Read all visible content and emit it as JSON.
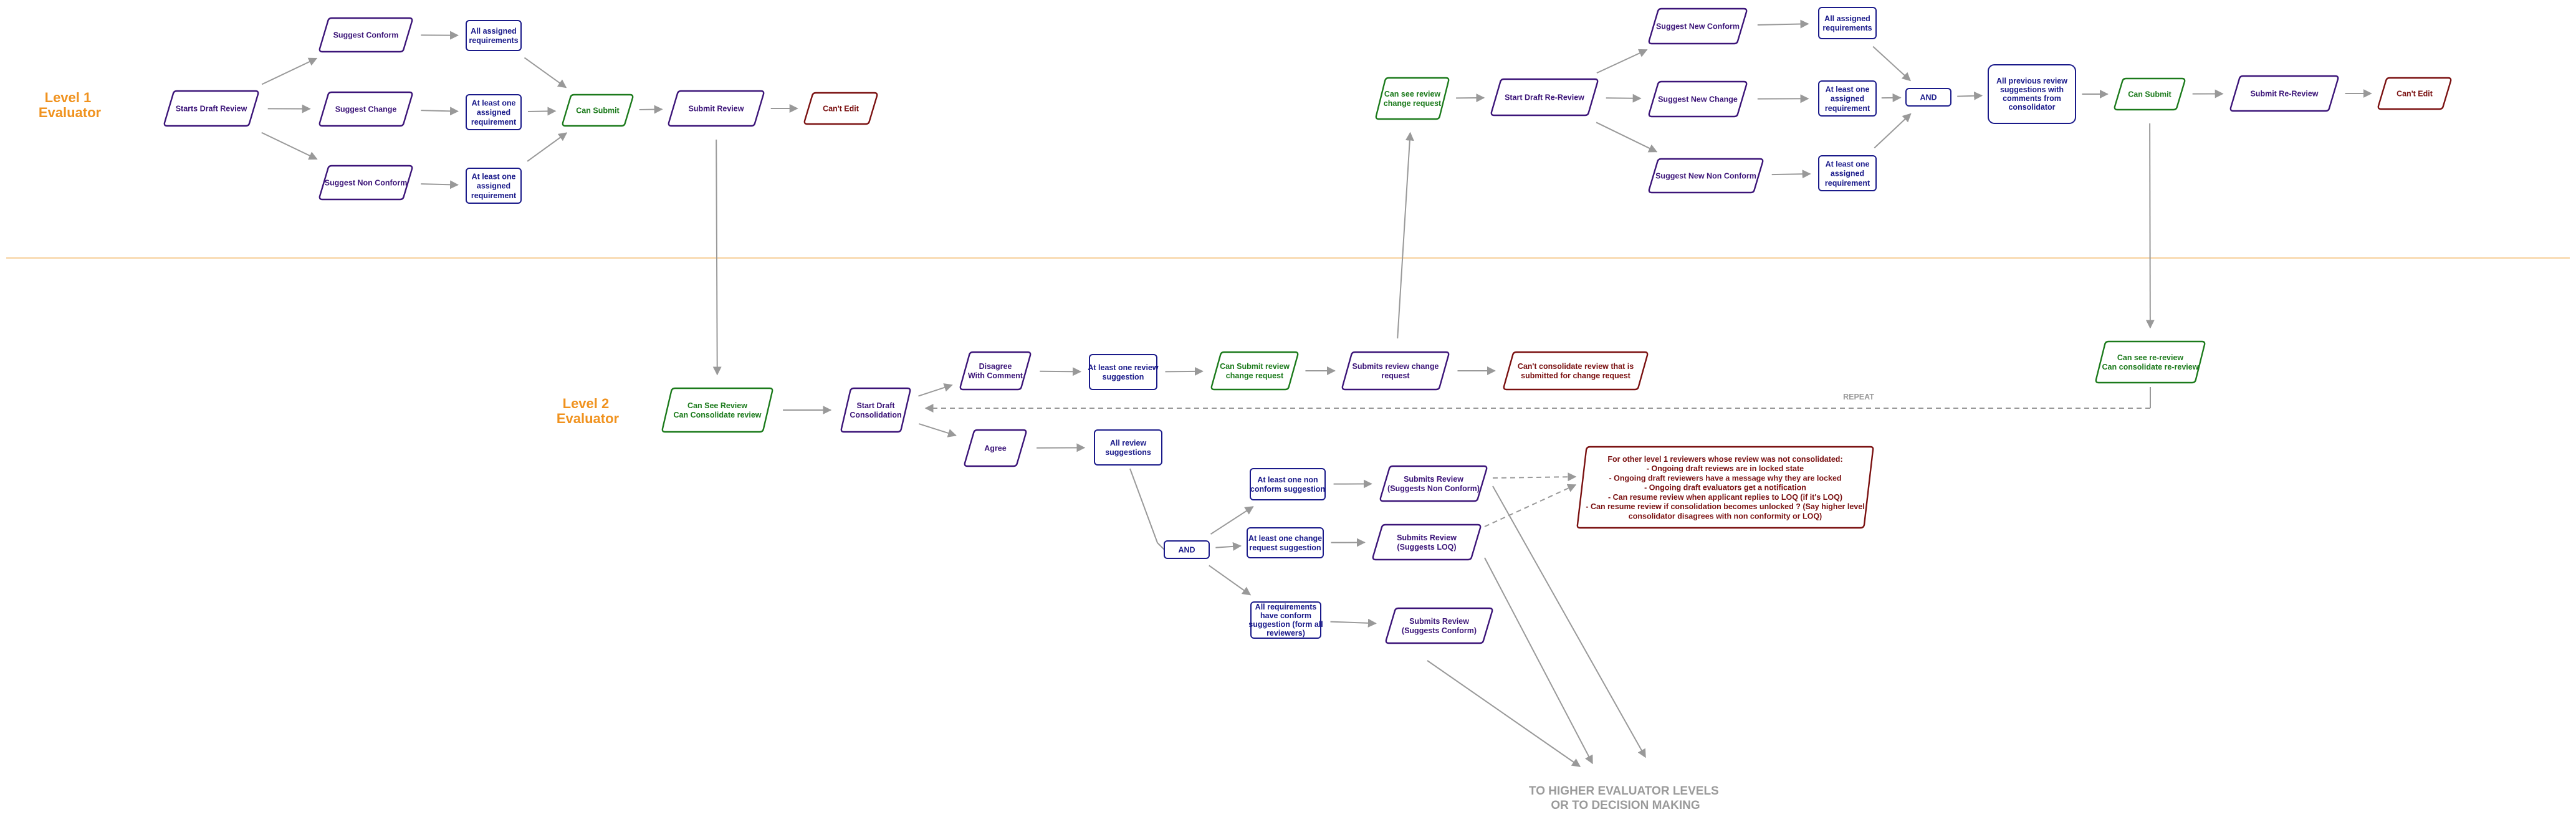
{
  "colors": {
    "level_label": "#f0921e",
    "purple": "#3b1478",
    "navy": "#1a1a8a",
    "green": "#1b7a1b",
    "dark_red": "#7a1010",
    "arrow": "#999999",
    "divider": "#f3c07a",
    "footer": "#9a9a9a"
  },
  "levels": {
    "level1": [
      "Level 1",
      "Evaluator"
    ],
    "level2": [
      "Level 2",
      "Evaluator"
    ]
  },
  "nodes": {
    "starts_draft_review": {
      "style": "para",
      "color": "purple",
      "lines": [
        "Starts Draft Review"
      ]
    },
    "suggest_conform": {
      "style": "para",
      "color": "purple",
      "lines": [
        "Suggest Conform"
      ]
    },
    "suggest_change": {
      "style": "para",
      "color": "purple",
      "lines": [
        "Suggest Change"
      ]
    },
    "suggest_non_conform": {
      "style": "para",
      "color": "purple",
      "lines": [
        "Suggest Non Conform"
      ]
    },
    "all_assigned_req_1": {
      "style": "rect",
      "color": "navy",
      "lines": [
        "All assigned",
        "requirements"
      ]
    },
    "at_least_one_assigned_1": {
      "style": "rect",
      "color": "navy",
      "lines": [
        "At least one",
        "assigned",
        "requirement"
      ]
    },
    "at_least_one_assigned_2": {
      "style": "rect",
      "color": "navy",
      "lines": [
        "At least one",
        "assigned",
        "requirement"
      ]
    },
    "can_submit_1": {
      "style": "para",
      "color": "green",
      "lines": [
        "Can Submit"
      ]
    },
    "submit_review": {
      "style": "para",
      "color": "purple",
      "lines": [
        "Submit Review"
      ]
    },
    "cant_edit_1": {
      "style": "para",
      "color": "dark_red",
      "lines": [
        "Can't Edit"
      ]
    },
    "can_see_review_change": {
      "style": "para",
      "color": "green",
      "lines": [
        "Can see review",
        "change request"
      ]
    },
    "start_draft_rereview": {
      "style": "para",
      "color": "purple",
      "lines": [
        "Start Draft Re-Review"
      ]
    },
    "suggest_new_conform": {
      "style": "para",
      "color": "purple",
      "lines": [
        "Suggest New Conform"
      ]
    },
    "suggest_new_change": {
      "style": "para",
      "color": "purple",
      "lines": [
        "Suggest New Change"
      ]
    },
    "suggest_new_non_conform": {
      "style": "para",
      "color": "purple",
      "lines": [
        "Suggest New Non Conform"
      ]
    },
    "all_assigned_req_2": {
      "style": "rect",
      "color": "navy",
      "lines": [
        "All assigned",
        "requirements"
      ]
    },
    "at_least_one_assigned_3": {
      "style": "rect",
      "color": "navy",
      "lines": [
        "At least one",
        "assigned",
        "requirement"
      ]
    },
    "at_least_one_assigned_4": {
      "style": "rect",
      "color": "navy",
      "lines": [
        "At least one",
        "assigned",
        "requirement"
      ]
    },
    "and_1": {
      "style": "rect",
      "color": "navy",
      "lines": [
        "AND"
      ]
    },
    "all_previous_review": {
      "style": "rect",
      "color": "navy",
      "lines": [
        "All previous review",
        "suggestions with",
        "comments from",
        "consolidator"
      ]
    },
    "can_submit_2": {
      "style": "para",
      "color": "green",
      "lines": [
        "Can Submit"
      ]
    },
    "submit_rereview": {
      "style": "para",
      "color": "purple",
      "lines": [
        "Submit Re-Review"
      ]
    },
    "cant_edit_2": {
      "style": "para",
      "color": "dark_red",
      "lines": [
        "Can't Edit"
      ]
    },
    "can_see_review_consolidate": {
      "style": "para",
      "color": "green",
      "lines": [
        "Can See Review",
        "Can Consolidate review"
      ]
    },
    "start_draft_consolidation": {
      "style": "para",
      "color": "purple",
      "lines": [
        "Start Draft",
        "Consolidation"
      ]
    },
    "disagree_with_comment": {
      "style": "para",
      "color": "purple",
      "lines": [
        "Disagree",
        "With Comment"
      ]
    },
    "at_least_one_review_suggestion": {
      "style": "rect",
      "color": "navy",
      "lines": [
        "At least one review",
        "suggestion"
      ]
    },
    "can_submit_review_change": {
      "style": "para",
      "color": "green",
      "lines": [
        "Can Submit review",
        "change request"
      ]
    },
    "submits_review_change": {
      "style": "para",
      "color": "purple",
      "lines": [
        "Submits review change",
        "request"
      ]
    },
    "cant_consolidate": {
      "style": "para",
      "color": "dark_red",
      "lines": [
        "Can't consolidate review that is",
        "submitted for change request"
      ]
    },
    "can_see_rereview": {
      "style": "para",
      "color": "green",
      "lines": [
        "Can see re-review",
        "Can consolidate re-review"
      ]
    },
    "agree": {
      "style": "para",
      "color": "purple",
      "lines": [
        "Agree"
      ]
    },
    "all_review_suggestions": {
      "style": "rect",
      "color": "navy",
      "lines": [
        "All review",
        "suggestions"
      ]
    },
    "and_2": {
      "style": "rect",
      "color": "navy",
      "lines": [
        "AND"
      ]
    },
    "at_least_one_non_conform": {
      "style": "rect",
      "color": "navy",
      "lines": [
        "At least one non",
        "conform suggestion"
      ]
    },
    "at_least_one_change_request": {
      "style": "rect",
      "color": "navy",
      "lines": [
        "At least one change",
        "request suggestion"
      ]
    },
    "all_requirements_conform": {
      "style": "rect",
      "color": "navy",
      "lines": [
        "All requirements",
        "have conform",
        "suggestion (form all",
        "reviewers)"
      ]
    },
    "submits_review_non_conform": {
      "style": "para",
      "color": "purple",
      "lines": [
        "Submits Review",
        "(Suggests Non Conform)"
      ]
    },
    "submits_review_loq": {
      "style": "para",
      "color": "purple",
      "lines": [
        "Submits Review",
        "(Suggests LOQ)"
      ]
    },
    "submits_review_conform": {
      "style": "para",
      "color": "purple",
      "lines": [
        "Submits Review",
        "(Suggests Conform)"
      ]
    },
    "note_other_reviewers": {
      "style": "para",
      "color": "dark_red",
      "lines": [
        "For other level 1 reviewers whose review was not consolidated:",
        "- Ongoing draft reviews are in locked state",
        "- Ongoing draft reviewers have a message why they are locked",
        "- Ongoing draft evaluators get a notification",
        "- Can resume review when applicant replies to LOQ (if it's LOQ)",
        "- Can resume review if consolidation becomes unlocked ? (Say higher level",
        "consolidator disagrees with non conformity or LOQ)"
      ]
    }
  },
  "labels": {
    "repeat": "REPEAT",
    "footer": [
      "TO HIGHER EVALUATOR LEVELS",
      "OR TO DECISION MAKING"
    ]
  },
  "edges": [
    [
      "starts_draft_review",
      "suggest_conform"
    ],
    [
      "starts_draft_review",
      "suggest_change"
    ],
    [
      "starts_draft_review",
      "suggest_non_conform"
    ],
    [
      "suggest_conform",
      "all_assigned_req_1"
    ],
    [
      "suggest_change",
      "at_least_one_assigned_1"
    ],
    [
      "suggest_non_conform",
      "at_least_one_assigned_2"
    ],
    [
      "all_assigned_req_1",
      "can_submit_1"
    ],
    [
      "at_least_one_assigned_1",
      "can_submit_1"
    ],
    [
      "at_least_one_assigned_2",
      "can_submit_1"
    ],
    [
      "can_submit_1",
      "submit_review"
    ],
    [
      "submit_review",
      "cant_edit_1"
    ],
    [
      "submit_review",
      "can_see_review_consolidate"
    ],
    [
      "can_see_review_consolidate",
      "start_draft_consolidation"
    ],
    [
      "start_draft_consolidation",
      "disagree_with_comment"
    ],
    [
      "start_draft_consolidation",
      "agree"
    ],
    [
      "disagree_with_comment",
      "at_least_one_review_suggestion"
    ],
    [
      "at_least_one_review_suggestion",
      "can_submit_review_change"
    ],
    [
      "can_submit_review_change",
      "submits_review_change"
    ],
    [
      "submits_review_change",
      "cant_consolidate"
    ],
    [
      "submits_review_change",
      "can_see_review_change"
    ],
    [
      "can_see_review_change",
      "start_draft_rereview"
    ],
    [
      "start_draft_rereview",
      "suggest_new_conform"
    ],
    [
      "start_draft_rereview",
      "suggest_new_change"
    ],
    [
      "start_draft_rereview",
      "suggest_new_non_conform"
    ],
    [
      "suggest_new_conform",
      "all_assigned_req_2"
    ],
    [
      "suggest_new_change",
      "at_least_one_assigned_3"
    ],
    [
      "suggest_new_non_conform",
      "at_least_one_assigned_4"
    ],
    [
      "all_assigned_req_2",
      "and_1"
    ],
    [
      "at_least_one_assigned_3",
      "and_1"
    ],
    [
      "at_least_one_assigned_4",
      "and_1"
    ],
    [
      "and_1",
      "all_previous_review"
    ],
    [
      "all_previous_review",
      "can_submit_2"
    ],
    [
      "can_submit_2",
      "submit_rereview"
    ],
    [
      "submit_rereview",
      "cant_edit_2"
    ],
    [
      "can_submit_2",
      "can_see_rereview"
    ],
    [
      "agree",
      "all_review_suggestions"
    ],
    [
      "and_2",
      "at_least_one_non_conform"
    ],
    [
      "and_2",
      "at_least_one_change_request"
    ],
    [
      "and_2",
      "all_requirements_conform"
    ],
    [
      "at_least_one_non_conform",
      "submits_review_non_conform"
    ],
    [
      "at_least_one_change_request",
      "submits_review_loq"
    ],
    [
      "all_requirements_conform",
      "submits_review_conform"
    ]
  ]
}
